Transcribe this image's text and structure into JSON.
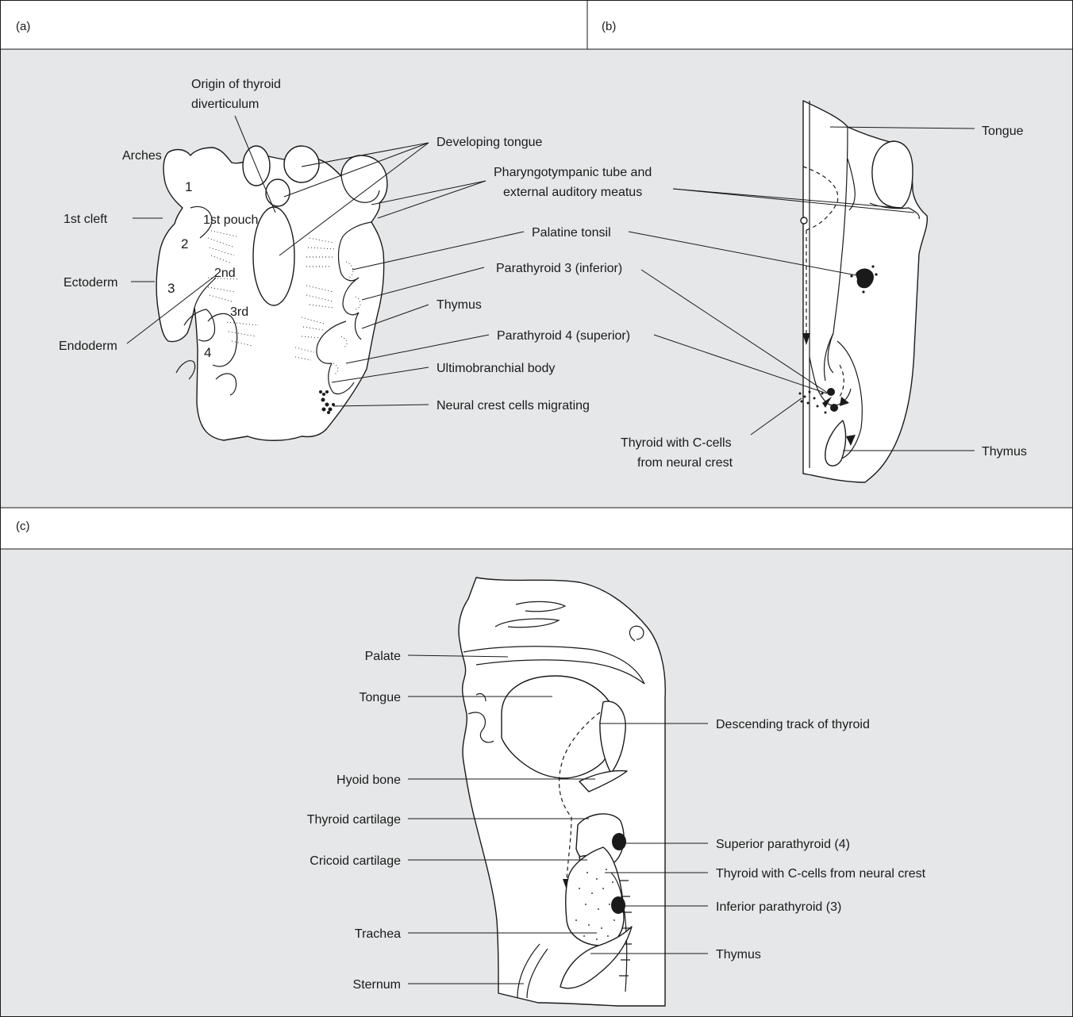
{
  "panels": {
    "a": "(a)",
    "b": "(b)",
    "c": "(c)"
  },
  "panel_a": {
    "labels": {
      "origin_line1": "Origin of thyroid",
      "origin_line2": "diverticulum",
      "arches": "Arches",
      "first_cleft": "1st cleft",
      "ectoderm": "Ectoderm",
      "endoderm": "Endoderm",
      "first_pouch": "1st pouch",
      "second": "2nd",
      "third": "3rd",
      "developing_tongue": "Developing tongue",
      "pharyngo_line1": "Pharyngotympanic tube and",
      "pharyngo_line2": "external auditory meatus",
      "palatine_tonsil": "Palatine tonsil",
      "parathyroid3": "Parathyroid 3 (inferior)",
      "thymus": "Thymus",
      "parathyroid4": "Parathyroid 4 (superior)",
      "ultimobranchial": "Ultimobranchial body",
      "neural_crest": "Neural crest cells migrating"
    },
    "arch_numbers": [
      "1",
      "2",
      "3",
      "4"
    ]
  },
  "panel_b": {
    "labels": {
      "tongue": "Tongue",
      "thymus": "Thymus",
      "thyroid_line1": "Thyroid with C-cells",
      "thyroid_line2": "from neural crest"
    }
  },
  "panel_c": {
    "labels": {
      "palate": "Palate",
      "tongue": "Tongue",
      "hyoid": "Hyoid bone",
      "thyroid_cartilage": "Thyroid cartilage",
      "cricoid": "Cricoid cartilage",
      "trachea": "Trachea",
      "sternum": "Sternum",
      "descending": "Descending track of thyroid",
      "superior_parathyroid": "Superior parathyroid (4)",
      "thyroid_c_cells": "Thyroid with C-cells from neural crest",
      "inferior_parathyroid": "Inferior parathyroid (3)",
      "thymus": "Thymus"
    }
  },
  "colors": {
    "panel_background": "#e6e7e8",
    "header_background": "#ffffff",
    "ink": "#1a1a1a"
  }
}
